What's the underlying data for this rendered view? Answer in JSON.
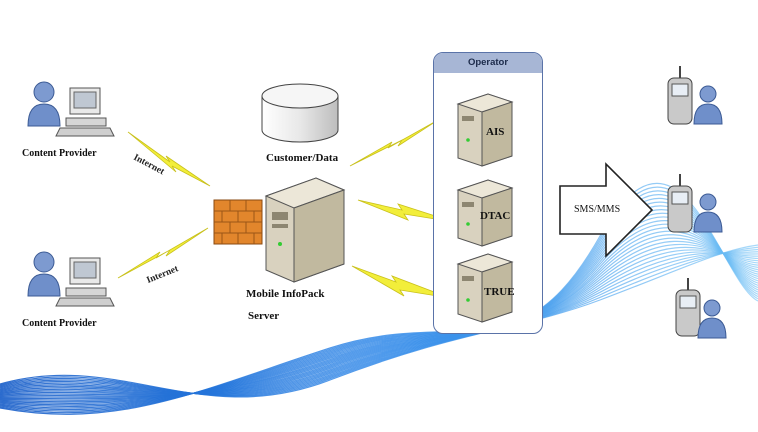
{
  "nodes": {
    "content_provider_1": "Content Provider",
    "content_provider_2": "Content Provider",
    "internet_link_1": "Internet",
    "internet_link_2": "Internet",
    "database": "Customer/Data",
    "server_line1": "Mobile InfoPack",
    "server_line2": "Server",
    "operator_group": "Operator",
    "operators": [
      "AIS",
      "DTAC",
      "TRUE"
    ],
    "delivery_arrow": "SMS/MMS"
  },
  "colors": {
    "operator_border": "#5a73a8",
    "operator_header": "#a7b6d5",
    "lightning": "#f2ee3a",
    "wave": "#1f6fd1"
  },
  "icons": [
    "user-computer-icon",
    "database-icon",
    "firewall-icon",
    "server-icon",
    "lightning-icon",
    "mobile-user-icon"
  ]
}
